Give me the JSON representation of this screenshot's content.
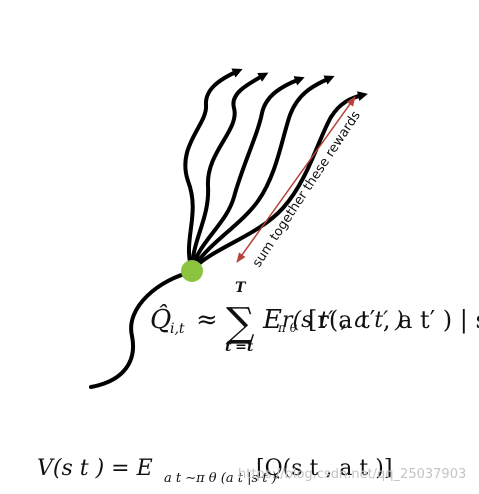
{
  "annotation": {
    "label": "sum together these rewards",
    "arrow_color": "#b5423a"
  },
  "start_point": {
    "color": "#8cc43f"
  },
  "equations": {
    "q_hat": {
      "lhs_symbol": "Q̂",
      "lhs_subscript": "i,t",
      "approx": "≈",
      "sum": "∑",
      "sum_upper": "T",
      "sum_lower": "t′=t",
      "expectation": "E",
      "expectation_subscript": "π θ",
      "overlap_text": "r(s t′ , a t′ )",
      "bracket_text": "[r(a t′ , a t′ ) | s t , a t ]"
    },
    "value": {
      "lhs": "V(s t ) = E",
      "subscript": "a t ∼π θ (a t |s t )",
      "rhs": "[Q(s t , a t )]"
    }
  },
  "watermark": "https://blog.csdn.net/qq_25037903"
}
